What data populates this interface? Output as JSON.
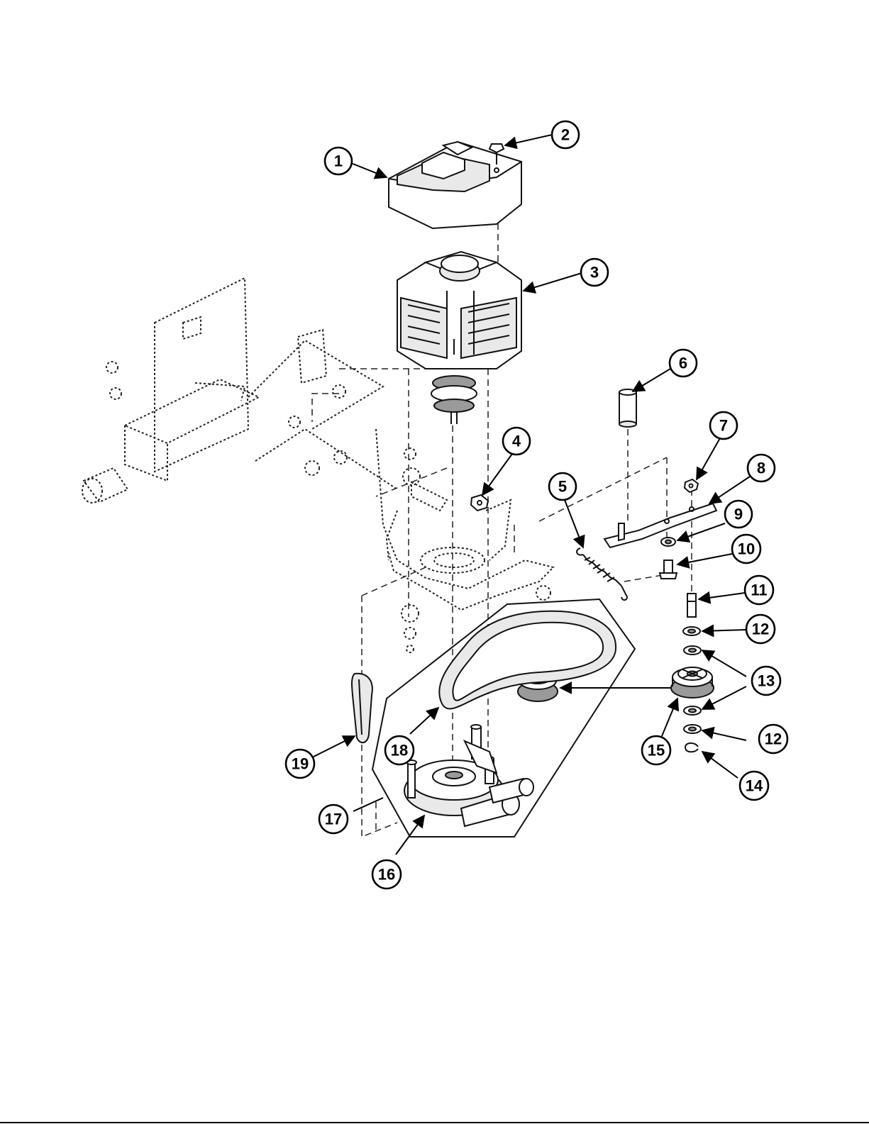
{
  "callouts": [
    {
      "id": "c1",
      "label": "1"
    },
    {
      "id": "c2",
      "label": "2"
    },
    {
      "id": "c3",
      "label": "3"
    },
    {
      "id": "c4",
      "label": "4"
    },
    {
      "id": "c5",
      "label": "5"
    },
    {
      "id": "c6",
      "label": "6"
    },
    {
      "id": "c7",
      "label": "7"
    },
    {
      "id": "c8",
      "label": "8"
    },
    {
      "id": "c9",
      "label": "9"
    },
    {
      "id": "c10",
      "label": "10"
    },
    {
      "id": "c11",
      "label": "11"
    },
    {
      "id": "c12a",
      "label": "12"
    },
    {
      "id": "c12b",
      "label": "12"
    },
    {
      "id": "c13",
      "label": "13"
    },
    {
      "id": "c14",
      "label": "14"
    },
    {
      "id": "c15",
      "label": "15"
    },
    {
      "id": "c16",
      "label": "16"
    },
    {
      "id": "c17",
      "label": "17"
    },
    {
      "id": "c18",
      "label": "18"
    },
    {
      "id": "c19",
      "label": "19"
    }
  ]
}
